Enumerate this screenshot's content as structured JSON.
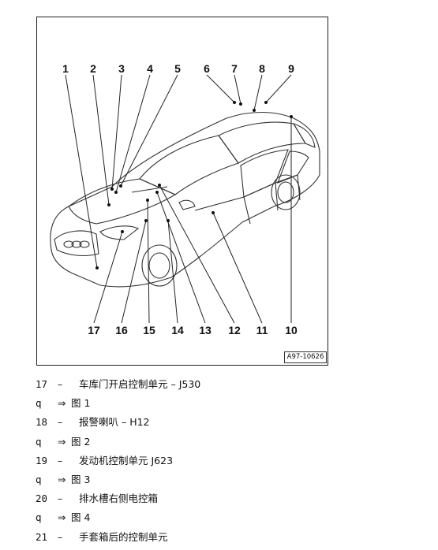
{
  "figure": {
    "code": "A97-10626",
    "callouts_top": [
      "1",
      "2",
      "3",
      "4",
      "5",
      "6",
      "7",
      "8",
      "9"
    ],
    "callouts_bottom": [
      "17",
      "16",
      "15",
      "14",
      "13",
      "12",
      "11",
      "10"
    ]
  },
  "legend": [
    {
      "num": "17",
      "dash": "–",
      "text": "车库门开启控制单元 – J530"
    },
    {
      "num": "q",
      "dash": "⇒",
      "text": "图 1"
    },
    {
      "num": "18",
      "dash": "–",
      "text": "报警喇叭 – H12"
    },
    {
      "num": "q",
      "dash": "⇒",
      "text": "图 2"
    },
    {
      "num": "19",
      "dash": "–",
      "text": "发动机控制单元 J623"
    },
    {
      "num": "q",
      "dash": "⇒",
      "text": "图 3"
    },
    {
      "num": "20",
      "dash": "–",
      "text": "排水槽右侧电控箱"
    },
    {
      "num": "q",
      "dash": "⇒",
      "text": "图 4"
    },
    {
      "num": "21",
      "dash": "–",
      "text": "手套箱后的控制单元"
    }
  ]
}
